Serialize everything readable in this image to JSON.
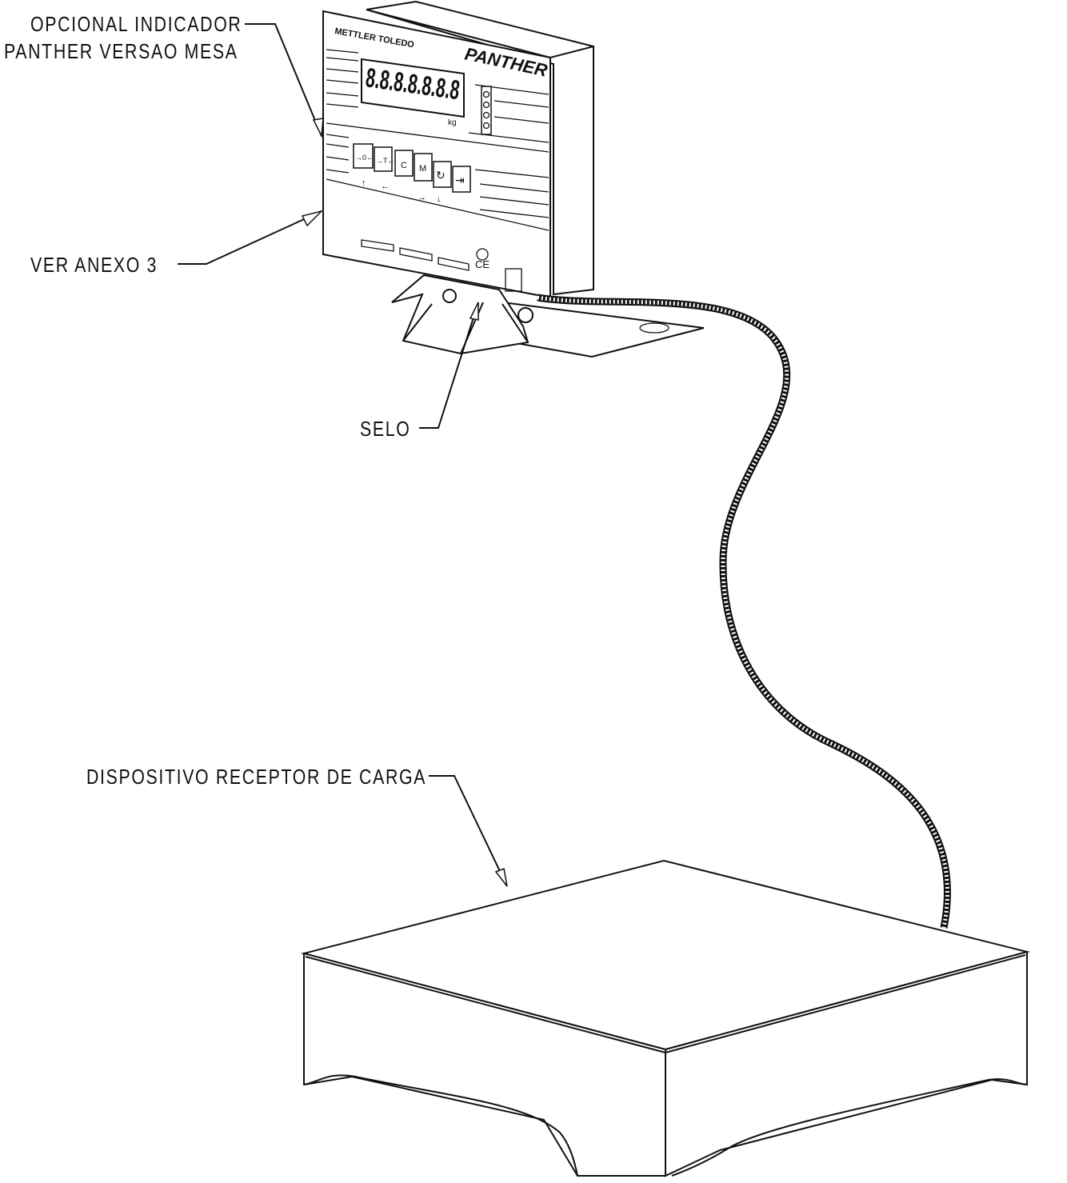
{
  "labels": {
    "indicator_line1": "OPCIONAL INDICADOR",
    "indicator_line2": "PANTHER VERSAO MESA",
    "annex": "VER ANEXO 3",
    "seal": "SELO",
    "load_receptor": "DISPOSITIVO RECEPTOR DE CARGA"
  },
  "device": {
    "brand": "METTLER TOLEDO",
    "model_logo": "PANTHER",
    "display_digits": "8.8.8.8.8.8.8",
    "unit": "kg",
    "keys": [
      "→0←",
      "→T←",
      "C",
      "M"
    ],
    "mark": "CE"
  },
  "colors": {
    "ink": "#111111",
    "paper": "#ffffff"
  }
}
